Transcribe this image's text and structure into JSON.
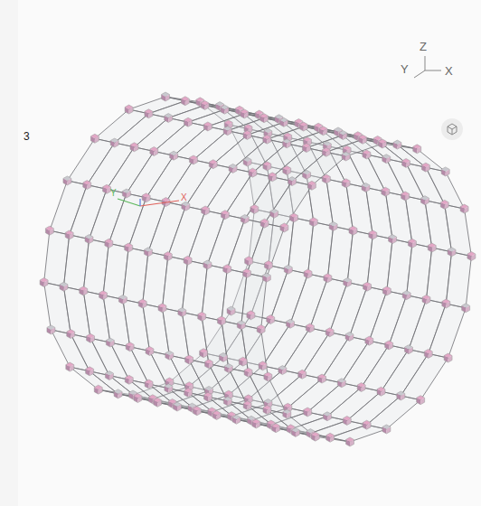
{
  "diagram": {
    "labels": [
      "Z",
      "Y",
      "X",
      "3",
      "Y",
      "X"
    ]
  }
}
